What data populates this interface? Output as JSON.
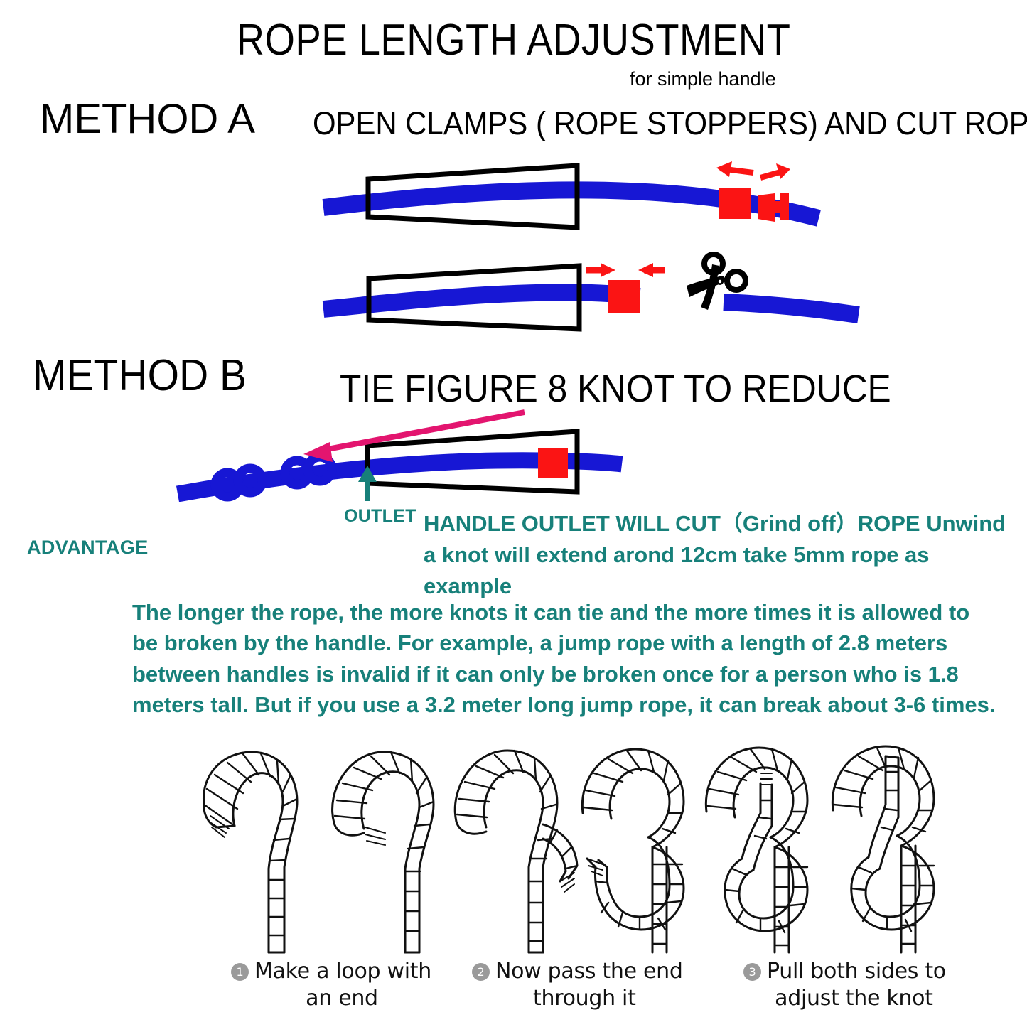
{
  "title": {
    "main": "ROPE LENGTH ADJUSTMENT",
    "subtitle": "for simple handle"
  },
  "methods": [
    {
      "label": "METHOD  A",
      "description": "OPEN CLAMPS ( ROPE STOPPERS) AND CUT ROPE"
    },
    {
      "label": "METHOD B",
      "description": "TIE FIGURE 8 KNOT TO REDUCE"
    }
  ],
  "annotations": {
    "outlet": "OUTLET",
    "advantage": "ADVANTAGE",
    "handle_outlet_note": "HANDLE OUTLET WILL CUT（Grind off）ROPE Unwind a knot will extend arond 12cm take 5mm rope as example",
    "advantage_paragraph": "The longer the rope, the more knots it can tie and the more times it is allowed to be broken by the handle. For example, a jump rope with a length of 2.8 meters between handles is invalid if it can only be broken once for a person who is 1.8 meters tall. But if you use a 3.2 meter long jump rope, it can break about 3-6 times."
  },
  "knot_steps": [
    {
      "number": "1",
      "line1": "Make a loop with",
      "line2": "an end"
    },
    {
      "number": "2",
      "line1": "Now pass the end",
      "line2": "through it"
    },
    {
      "number": "3",
      "line1": "Pull both sides to",
      "line2": "adjust the knot"
    }
  ],
  "colors": {
    "rope_blue": "#1717d4",
    "clamp_red": "#fb1414",
    "teal": "#17807a",
    "pink_arrow": "#e3156f",
    "handle_outline": "#000000",
    "badge_gray": "#9a9a9a",
    "background": "#ffffff"
  },
  "icons": {
    "scissors": "scissors-icon",
    "outlet_arrow": "up-arrow-icon",
    "reduce_arrow": "left-arrow-icon"
  }
}
